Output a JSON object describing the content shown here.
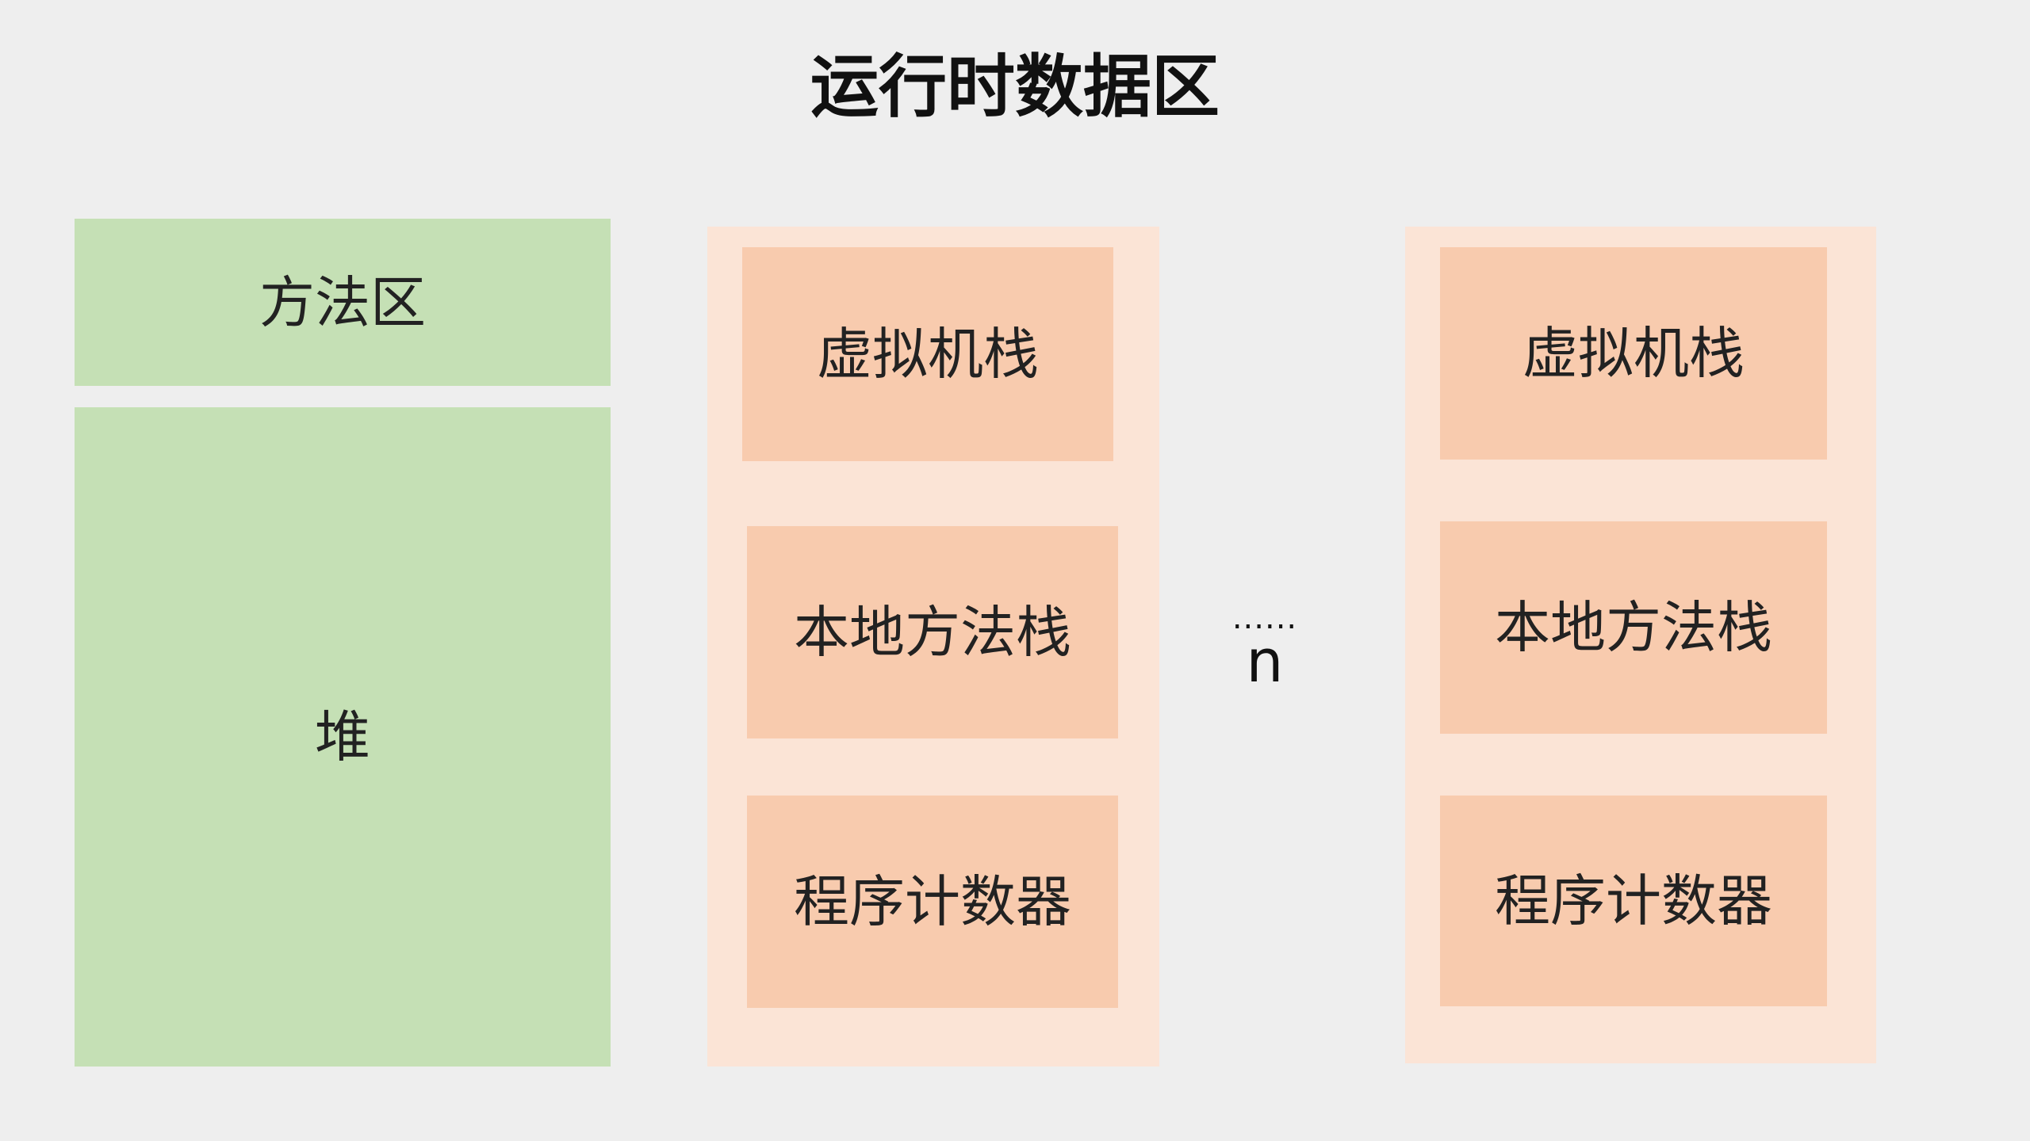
{
  "title": "运行时数据区",
  "shared_areas": {
    "method_area": "方法区",
    "heap": "堆"
  },
  "threads": [
    {
      "vm_stack": "虚拟机栈",
      "native_method_stack": "本地方法栈",
      "program_counter": "程序计数器"
    },
    {
      "vm_stack": "虚拟机栈",
      "native_method_stack": "本地方法栈",
      "program_counter": "程序计数器"
    }
  ],
  "separator": {
    "dots": "......",
    "label": "n"
  },
  "colors": {
    "background": "#eeeeee",
    "shared_area": "#c5e0b5",
    "thread_panel": "#fbe4d6",
    "thread_item": "#f8cbae"
  }
}
